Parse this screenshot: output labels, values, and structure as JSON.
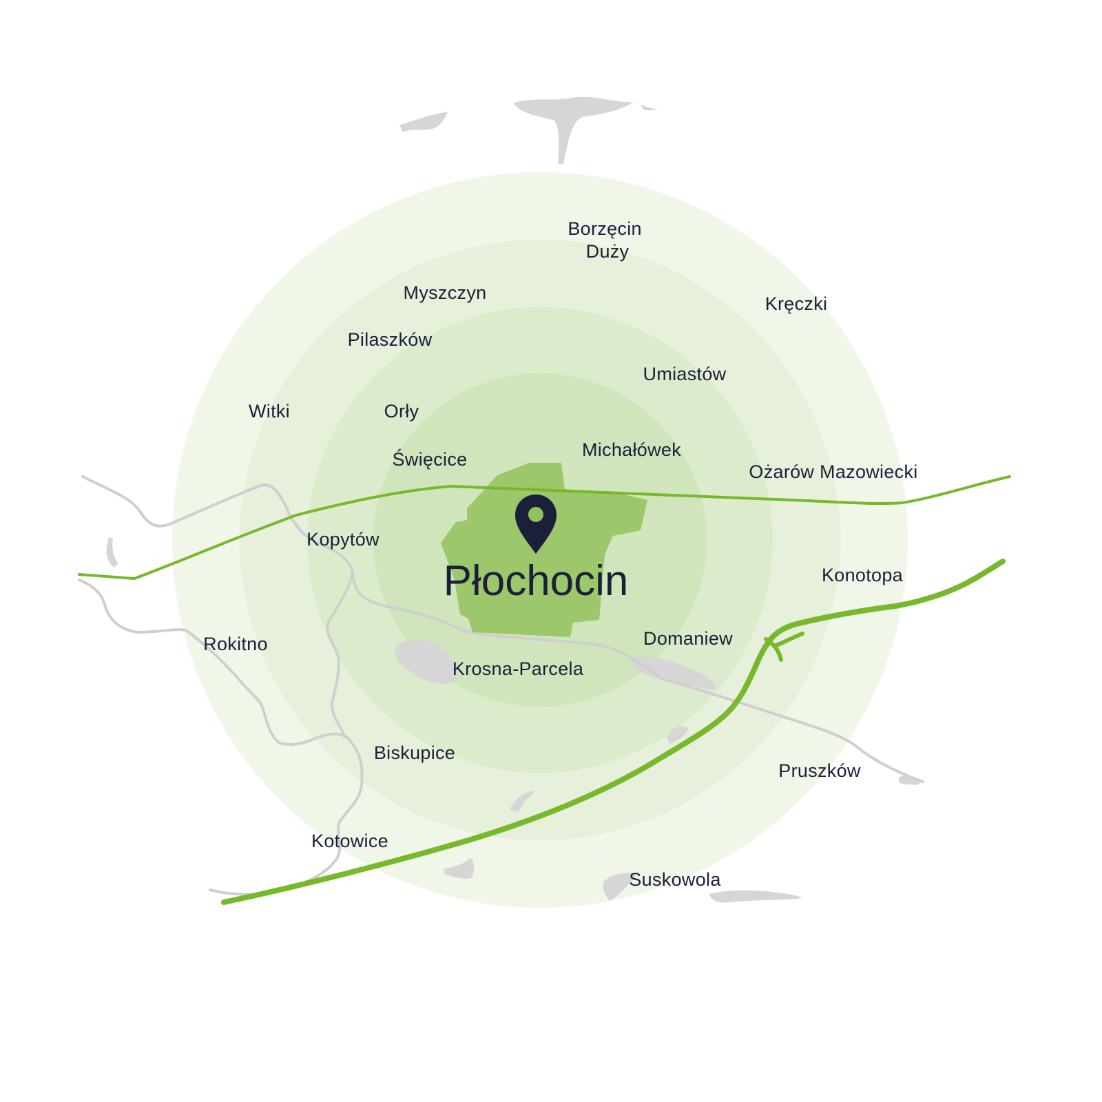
{
  "colors": {
    "background": "#ffffff",
    "ring_outer": "#f0f6e8",
    "ring_2": "#e6f0da",
    "ring_3": "#dcebcb",
    "ring_inner": "#d1e5bc",
    "area_fill": "#9cc76a",
    "main_route": "#77b82d",
    "minor_road": "#cfcfcf",
    "water": "#d6d6d6",
    "pin": "#1c1f3a",
    "pin_dot": "#8fc25a",
    "text": "#1c1f3a"
  },
  "main_place": {
    "name": "Płochocin",
    "marker_icon": "location-pin-icon"
  },
  "places": [
    {
      "id": "borzecin-duzy",
      "lines": [
        "Borzęcin",
        "Duży"
      ]
    },
    {
      "id": "myszczyn",
      "lines": [
        "Myszczyn"
      ]
    },
    {
      "id": "kreczki",
      "lines": [
        "Kręczki"
      ]
    },
    {
      "id": "pilaszkow",
      "lines": [
        "Pilaszków"
      ]
    },
    {
      "id": "umiastow",
      "lines": [
        "Umiastów"
      ]
    },
    {
      "id": "witki",
      "lines": [
        "Witki"
      ]
    },
    {
      "id": "orly",
      "lines": [
        "Orły"
      ]
    },
    {
      "id": "michalowek",
      "lines": [
        "Michałówek"
      ]
    },
    {
      "id": "swiecice",
      "lines": [
        "Święcice"
      ]
    },
    {
      "id": "ozarow-mazowiecki",
      "lines": [
        "Ożarów Mazowiecki"
      ]
    },
    {
      "id": "kopytow",
      "lines": [
        "Kopytów"
      ]
    },
    {
      "id": "konotopa",
      "lines": [
        "Konotopa"
      ]
    },
    {
      "id": "domaniew",
      "lines": [
        "Domaniew"
      ]
    },
    {
      "id": "rokitno",
      "lines": [
        "Rokitno"
      ]
    },
    {
      "id": "krosna-parcela",
      "lines": [
        "Krosna-Parcela"
      ]
    },
    {
      "id": "biskupice",
      "lines": [
        "Biskupice"
      ]
    },
    {
      "id": "pruszkow",
      "lines": [
        "Pruszków"
      ]
    },
    {
      "id": "kotowice",
      "lines": [
        "Kotowice"
      ]
    },
    {
      "id": "suskowola",
      "lines": [
        "Suskowola"
      ]
    }
  ]
}
